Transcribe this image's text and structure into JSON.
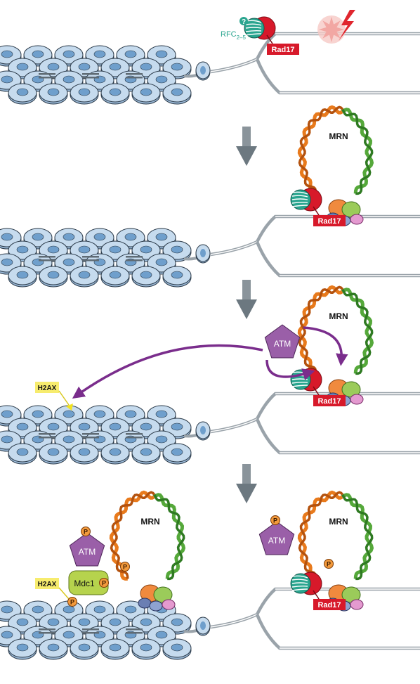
{
  "labels": {
    "rfc_main": "RFC",
    "rfc_sub": "2–5",
    "question_mark": "?",
    "rad17": "Rad17",
    "mrn": "MRN",
    "atm": "ATM",
    "h2ax": "H2AX",
    "mdc1": "Mdc1",
    "phospho": "P"
  },
  "colors": {
    "nucleosome_fill": "#b9d2ea",
    "nucleosome_dark": "#5f8fbd",
    "dna_line": "#9aa3aa",
    "rad17_red": "#d7192a",
    "rfc_teal": "#2aa58f",
    "atm_purple": "#9a5fa8",
    "arrow_purple": "#7a2d8c",
    "h2ax_yellow": "#f7ec6e",
    "mdc1_green": "#b6d34d",
    "phospho_orange": "#f39a3c",
    "dsb_red": "#e0262e",
    "mrn_orange": "#e87a1c",
    "mrn_green": "#55a83a",
    "step_arrow": "#6c7880"
  },
  "icons": [
    "nucleosome-icon",
    "dna-break-icon",
    "step-arrow-icon",
    "phosphate-icon"
  ]
}
